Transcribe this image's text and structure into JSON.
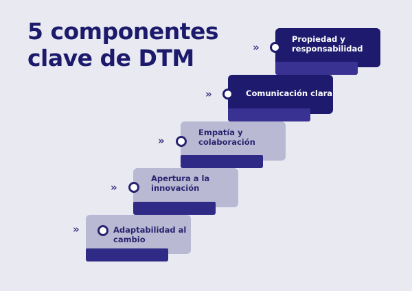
{
  "title": {
    "line1": "5 componentes",
    "line2": "clave de DTM"
  },
  "colors": {
    "background": "#e9e9f2",
    "dark_card": "#1e1a6e",
    "light_card": "#b9b9d3",
    "bar": "#2f2a86",
    "title": "#1c1a6b"
  },
  "steps": [
    {
      "index": 1,
      "line1": "Adaptabilidad al",
      "line2": "cambio",
      "style": "light",
      "icon": "chevron-double-right-icon"
    },
    {
      "index": 2,
      "line1": "Apertura a la",
      "line2": "innovación",
      "style": "light",
      "icon": "chevron-double-right-icon"
    },
    {
      "index": 3,
      "line1": "Empatía y",
      "line2": "colaboración",
      "style": "light",
      "icon": "chevron-double-right-icon"
    },
    {
      "index": 4,
      "line1": "Comunicación clara",
      "line2": "",
      "style": "dark",
      "icon": "chevron-double-right-icon"
    },
    {
      "index": 5,
      "line1": "Propiedad y",
      "line2": "responsabilidad",
      "style": "dark",
      "icon": "chevron-double-right-icon"
    }
  ],
  "chevron_glyph": "»"
}
